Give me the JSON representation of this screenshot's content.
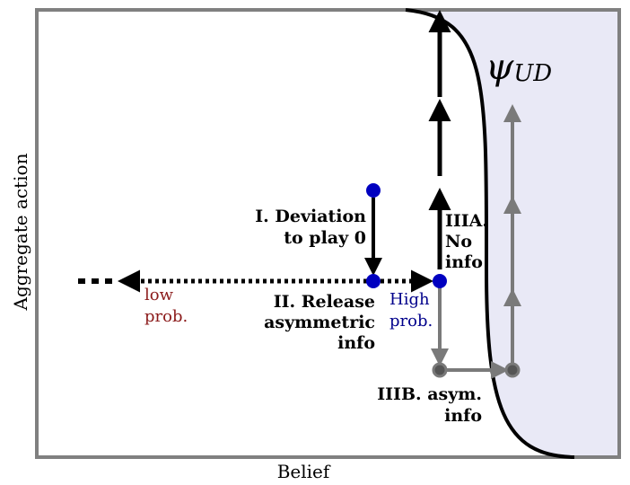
{
  "axes": {
    "xlabel": "Belief",
    "ylabel": "Aggregate action"
  },
  "region": {
    "label": "ψ",
    "subscript": "UD",
    "fill": "#e9e9f6",
    "boundary_color": "#000000"
  },
  "labels": {
    "step1_line1": "I. Deviation",
    "step1_line2": "to play 0",
    "step2_line1": "II. Release",
    "step2_line2": "asymmetric",
    "step2_line3": "info",
    "step3a_line1": "IIIA.",
    "step3a_line2": "No",
    "step3a_line3": "info",
    "step3b_line1": "IIIB. asym.",
    "step3b_line2": "info",
    "low_line1": "low",
    "low_line2": "prob.",
    "high_line1": "High",
    "high_line2": "prob."
  },
  "colors": {
    "frame": "#808080",
    "point": "#0000c0",
    "low_prob_text": "#8b1a1a",
    "high_prob_text": "#00008b",
    "gray_path": "#7a7a7a"
  }
}
